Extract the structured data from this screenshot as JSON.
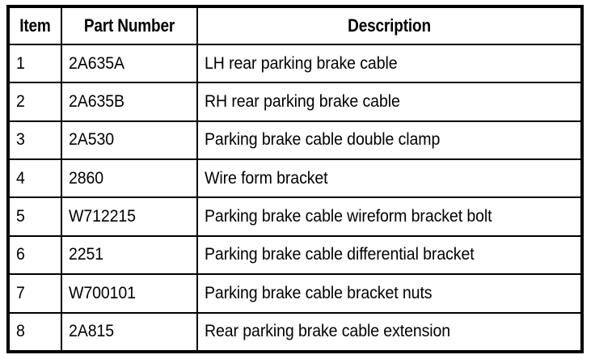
{
  "table": {
    "columns": [
      {
        "key": "item",
        "label": "Item",
        "align": "center"
      },
      {
        "key": "part_number",
        "label": "Part Number",
        "align": "center"
      },
      {
        "key": "description",
        "label": "Description",
        "align": "center"
      }
    ],
    "rows": [
      {
        "item": "1",
        "part_number": "2A635A",
        "description": "LH rear parking brake cable"
      },
      {
        "item": "2",
        "part_number": "2A635B",
        "description": "RH rear parking brake cable"
      },
      {
        "item": "3",
        "part_number": "2A530",
        "description": "Parking brake cable double clamp"
      },
      {
        "item": "4",
        "part_number": "2860",
        "description": "Wire form bracket"
      },
      {
        "item": "5",
        "part_number": "W712215",
        "description": "Parking brake cable wireform bracket bolt"
      },
      {
        "item": "6",
        "part_number": "2251",
        "description": "Parking brake cable differential bracket"
      },
      {
        "item": "7",
        "part_number": "W700101",
        "description": "Parking brake cable bracket nuts"
      },
      {
        "item": "8",
        "part_number": "2A815",
        "description": "Rear parking brake cable extension"
      }
    ]
  },
  "colors": {
    "background": "#ffffff",
    "text": "#000000",
    "border": "#000000"
  }
}
